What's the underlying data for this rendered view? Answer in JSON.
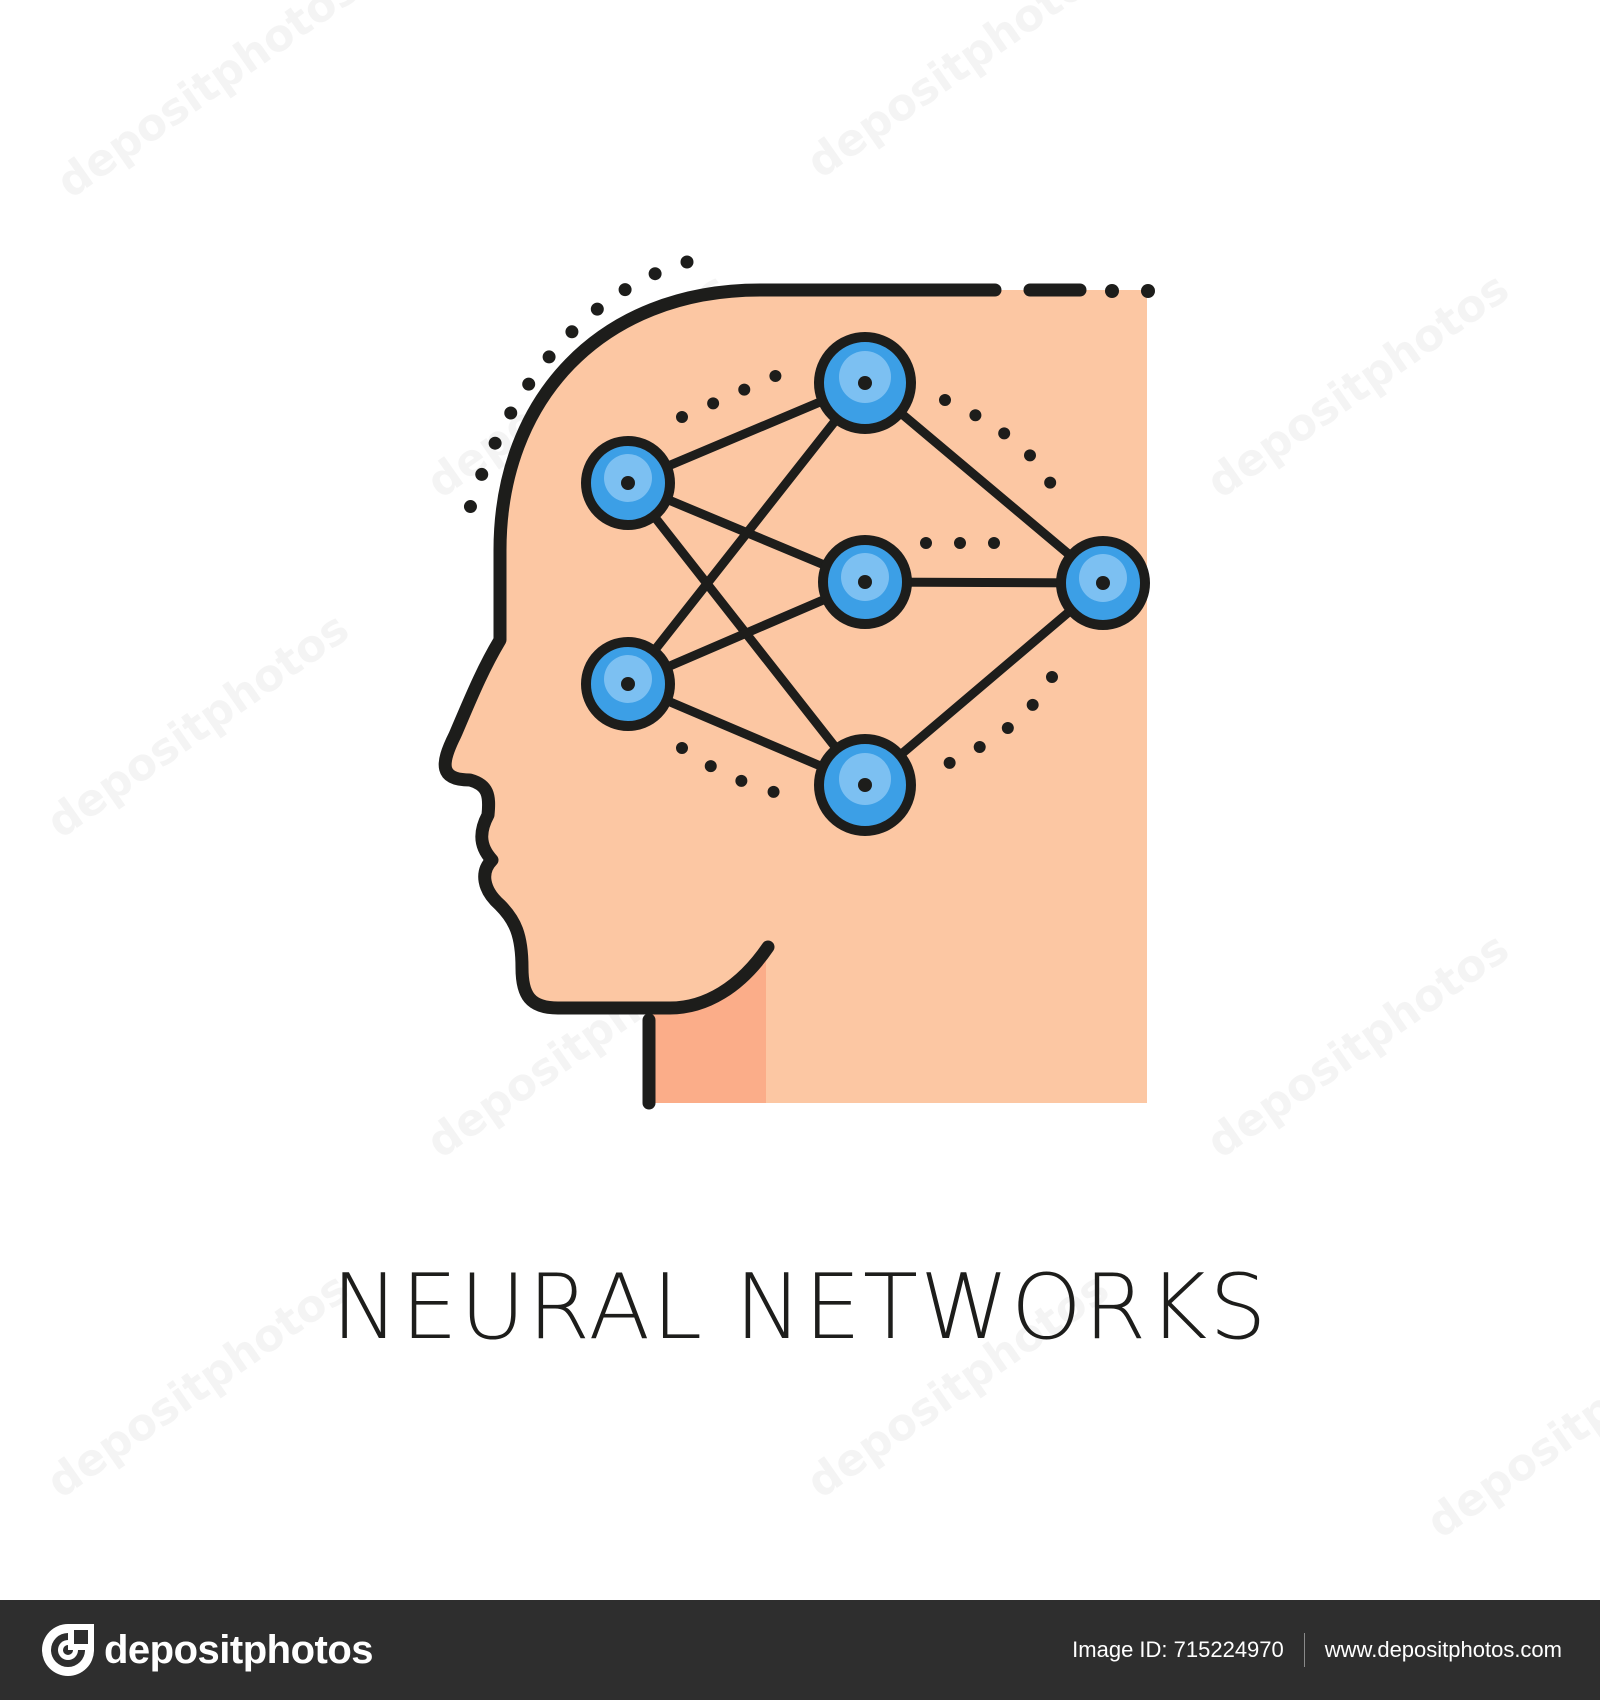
{
  "caption": "NEURAL NETWORKS",
  "watermark_text": "depositphotos",
  "footer": {
    "brand": "depositphotos",
    "image_id": "Image ID: 715224970",
    "website": "www.depositphotos.com"
  },
  "colors": {
    "skin": "#fcc7a3",
    "neck_shade": "#fbad89",
    "node_fill": "#3c9fe6",
    "node_center": "#7cc0f2",
    "outline": "#1d1d1b",
    "footer_bg": "#2e2e2e"
  }
}
